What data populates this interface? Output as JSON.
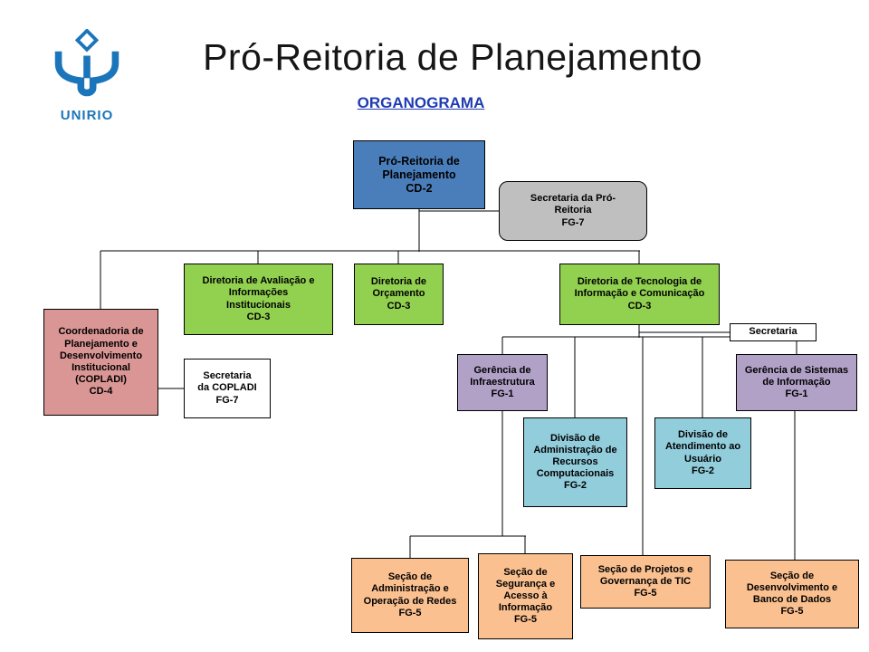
{
  "page": {
    "title": "Pró-Reitoria de Planejamento",
    "subtitle": "ORGANOGRAMA",
    "logo_text": "UNIRIO"
  },
  "palette": {
    "executive_blue": "#4A7EBB",
    "secretary_gray": "#BFBFBF",
    "directorate_green": "#92D050",
    "coordination_pink": "#D99694",
    "management_purple": "#B2A1C7",
    "division_teal": "#92CDDC",
    "section_orange": "#FAC090",
    "plain_white": "#FFFFFF",
    "logo_blue": "#1B75BB",
    "subtitle_blue": "#1F3BB3",
    "line_black": "#000000"
  },
  "org_chart": {
    "boxes": [
      {
        "id": "pro-reitoria-planejamento",
        "label": "Pró-Reitoria de\nPlanejamento\nCD-2",
        "color": "#4A7EBB",
        "parent": null
      },
      {
        "id": "secretaria-pro-reitoria",
        "label": "Secretaria da Pró-\nReitoria\nFG-7",
        "color": "#BFBFBF",
        "parent": "pro-reitoria-planejamento"
      },
      {
        "id": "diretoria-avaliacao",
        "label": "Diretoria de Avaliação e\nInformações\nInstitucionais\nCD-3",
        "color": "#92D050",
        "parent": "pro-reitoria-planejamento"
      },
      {
        "id": "diretoria-orcamento",
        "label": "Diretoria de\nOrçamento\nCD-3",
        "color": "#92D050",
        "parent": "pro-reitoria-planejamento"
      },
      {
        "id": "diretoria-tecnologia",
        "label": "Diretoria de Tecnologia de\nInformação e Comunicação\nCD-3",
        "color": "#92D050",
        "parent": "pro-reitoria-planejamento"
      },
      {
        "id": "copladi",
        "label": "Coordenadoria de\nPlanejamento e\nDesenvolvimento\nInstitucional\n(COPLADI)\nCD-4",
        "color": "#D99694",
        "parent": "pro-reitoria-planejamento"
      },
      {
        "id": "secretaria-copladi",
        "label": "Secretaria\nda COPLADI\nFG-7",
        "color": "#FFFFFF",
        "parent": "copladi"
      },
      {
        "id": "secretaria-dtic",
        "label": "Secretaria",
        "color": "#FFFFFF",
        "parent": "diretoria-tecnologia"
      },
      {
        "id": "gerencia-infraestrutura",
        "label": "Gerência de\nInfraestrutura\nFG-1",
        "color": "#B2A1C7",
        "parent": "diretoria-tecnologia"
      },
      {
        "id": "gerencia-sistemas",
        "label": "Gerência de Sistemas\nde Informação\nFG-1",
        "color": "#B2A1C7",
        "parent": "diretoria-tecnologia"
      },
      {
        "id": "divisao-recursos-computacionais",
        "label": "Divisão de\nAdministração de\nRecursos\nComputacionais\nFG-2",
        "color": "#92CDDC",
        "parent": "diretoria-tecnologia"
      },
      {
        "id": "divisao-atendimento-usuario",
        "label": "Divisão de\nAtendimento ao\nUsuário\nFG-2",
        "color": "#92CDDC",
        "parent": "diretoria-tecnologia"
      },
      {
        "id": "secao-operacao-redes",
        "label": "Seção de\nAdministração e\nOperação de Redes\nFG-5",
        "color": "#FAC090",
        "parent": "gerencia-infraestrutura"
      },
      {
        "id": "secao-seguranca-informacao",
        "label": "Seção de\nSegurança e\nAcesso à\nInformação\nFG-5",
        "color": "#FAC090",
        "parent": "gerencia-infraestrutura"
      },
      {
        "id": "secao-projetos-governanca",
        "label": "Seção de Projetos e\nGovernança de TIC\nFG-5",
        "color": "#FAC090",
        "parent": "diretoria-tecnologia"
      },
      {
        "id": "secao-desenvolvimento-banco-dados",
        "label": "Seção de\nDesenvolvimento e\nBanco de Dados\nFG-5",
        "color": "#FAC090",
        "parent": "gerencia-sistemas"
      }
    ]
  }
}
